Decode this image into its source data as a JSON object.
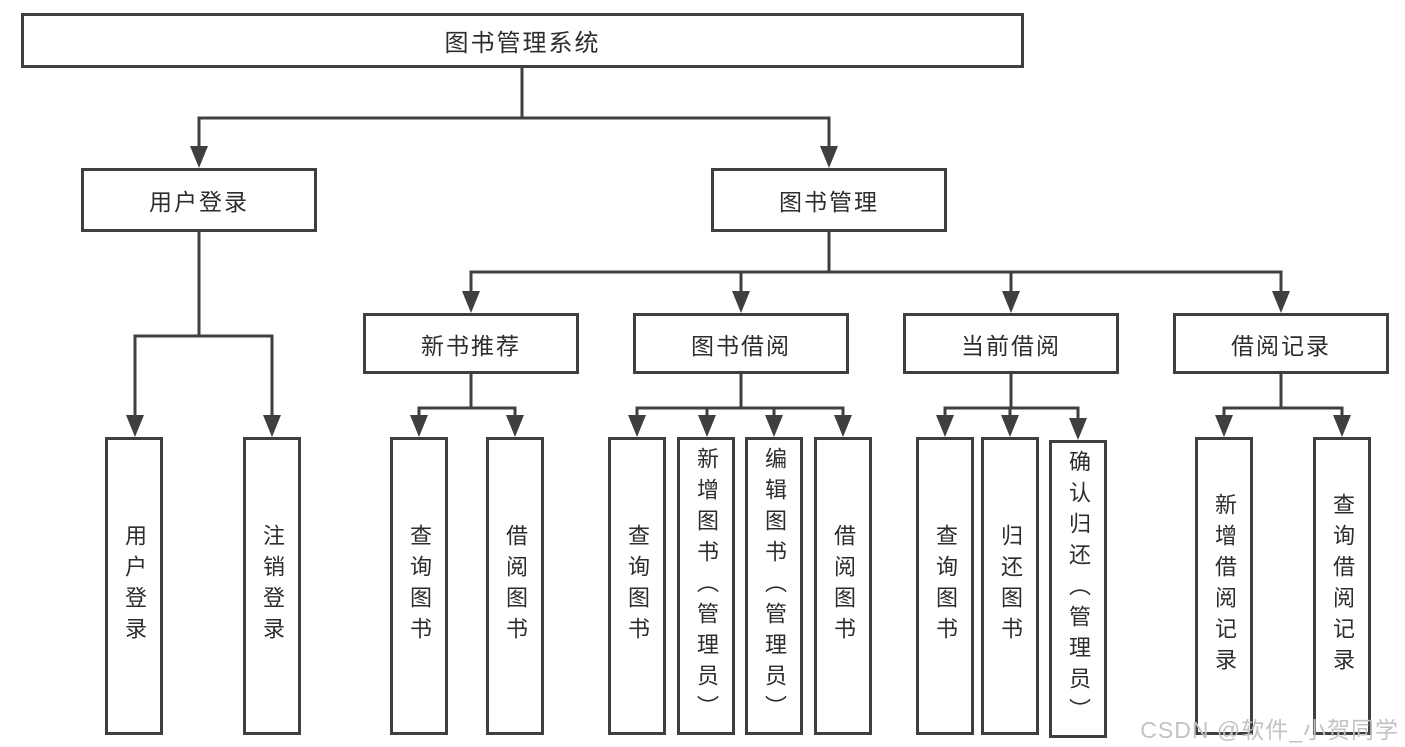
{
  "tree": {
    "root": "图书管理系统",
    "user": {
      "label": "用户登录",
      "children": [
        "用户登录",
        "注销登录"
      ]
    },
    "book": {
      "label": "图书管理",
      "children": [
        {
          "label": "新书推荐",
          "children": [
            "查询图书",
            "借阅图书"
          ]
        },
        {
          "label": "图书借阅",
          "children": [
            "查询图书",
            "新增图书（管理员）",
            "编辑图书（管理员）",
            "借阅图书"
          ]
        },
        {
          "label": "当前借阅",
          "children": [
            "查询图书",
            "归还图书",
            "确认归还（管理员）"
          ]
        },
        {
          "label": "借阅记录",
          "children": [
            "新增借阅记录",
            "查询借阅记录"
          ]
        }
      ]
    }
  },
  "watermark": "CSDN @软件_小贺同学",
  "colors": {
    "line": "#3f3f3f",
    "box_border": "#3f3f3f",
    "text": "#2d2d2d",
    "watermark": "#c3c3c3"
  }
}
